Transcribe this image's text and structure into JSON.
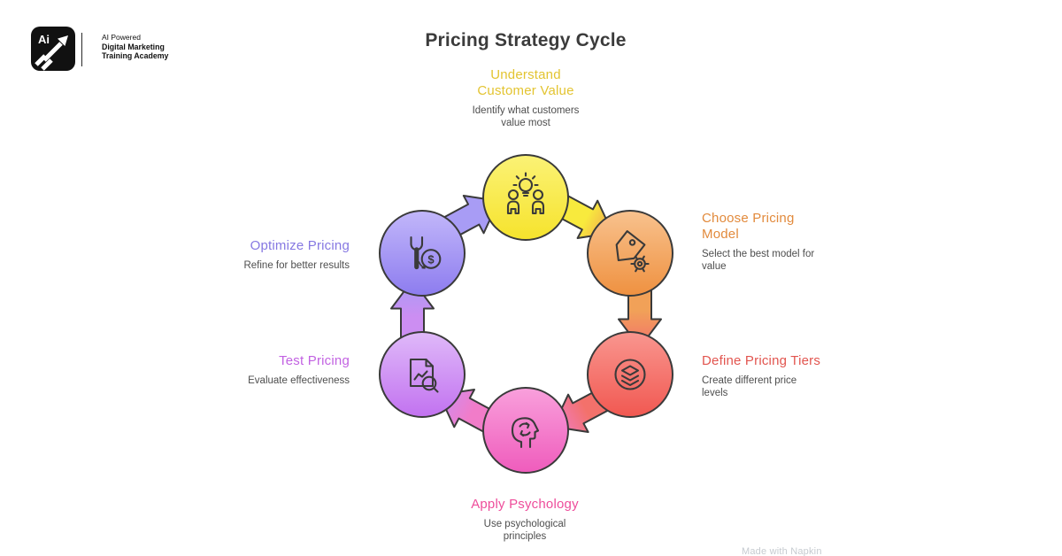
{
  "title": "Pricing Strategy Cycle",
  "brand": {
    "mark": "Ai",
    "line1": "AI Powered",
    "line2": "Digital Marketing",
    "line3": "Training Academy"
  },
  "watermark": "Made with Napkin",
  "colors": {
    "title_text": "#3b3b3b",
    "description_text": "#4e4e4e",
    "outline": "#3a3a3a",
    "background": "#ffffff"
  },
  "cycle": {
    "flow": "clockwise",
    "steps": [
      {
        "name": "understand-customer-value",
        "label": "Understand\nCustomer Value",
        "description": "Identify what customers\nvalue most",
        "label_color": "#e3c431",
        "node_color": "#f6e32c",
        "arrow_color": "#f8ea3d",
        "icon": "people-idea-icon"
      },
      {
        "name": "choose-pricing-model",
        "label": "Choose Pricing\nModel",
        "description": "Select the best model for\nvalue",
        "label_color": "#e28a3c",
        "node_color": "#ef9140",
        "arrow_color": "#f1a158",
        "icon": "price-tag-gear-icon"
      },
      {
        "name": "define-pricing-tiers",
        "label": "Define Pricing Tiers",
        "description": "Create different price\nlevels",
        "label_color": "#e2554f",
        "node_color": "#f15851",
        "arrow_color": "#f3716b",
        "icon": "layers-icon"
      },
      {
        "name": "apply-psychology",
        "label": "Apply Psychology",
        "description": "Use psychological\nprinciples",
        "label_color": "#ee4d9b",
        "node_color": "#ef5cbc",
        "arrow_color": "#f17cc9",
        "icon": "psychology-head-icon"
      },
      {
        "name": "test-pricing",
        "label": "Test Pricing",
        "description": "Evaluate effectiveness",
        "label_color": "#c262e2",
        "node_color": "#c272f0",
        "arrow_color": "#cc8ef2",
        "icon": "report-search-icon"
      },
      {
        "name": "optimize-pricing",
        "label": "Optimize Pricing",
        "description": "Refine for better results",
        "label_color": "#8678e2",
        "node_color": "#8d7cef",
        "arrow_color": "#a89cf5",
        "icon": "wrench-dollar-icon",
        "icon_glyph": "$"
      }
    ]
  }
}
